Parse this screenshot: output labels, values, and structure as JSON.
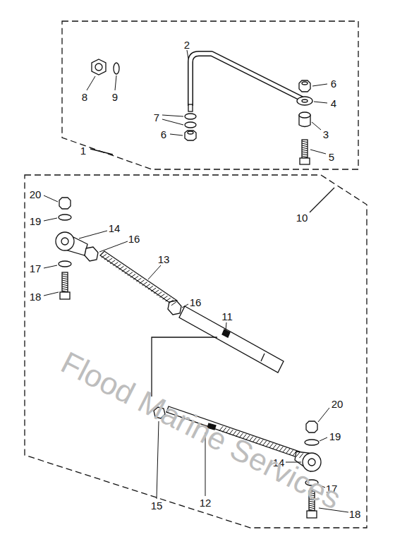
{
  "diagram": {
    "labels": [
      "2",
      "6",
      "8",
      "9",
      "4",
      "7",
      "6",
      "3",
      "1",
      "5",
      "20",
      "10",
      "19",
      "14",
      "16",
      "13",
      "17",
      "16",
      "11",
      "18",
      "20",
      "19",
      "14",
      "17",
      "15",
      "12",
      "18",
      "Flood Marine Services"
    ]
  }
}
